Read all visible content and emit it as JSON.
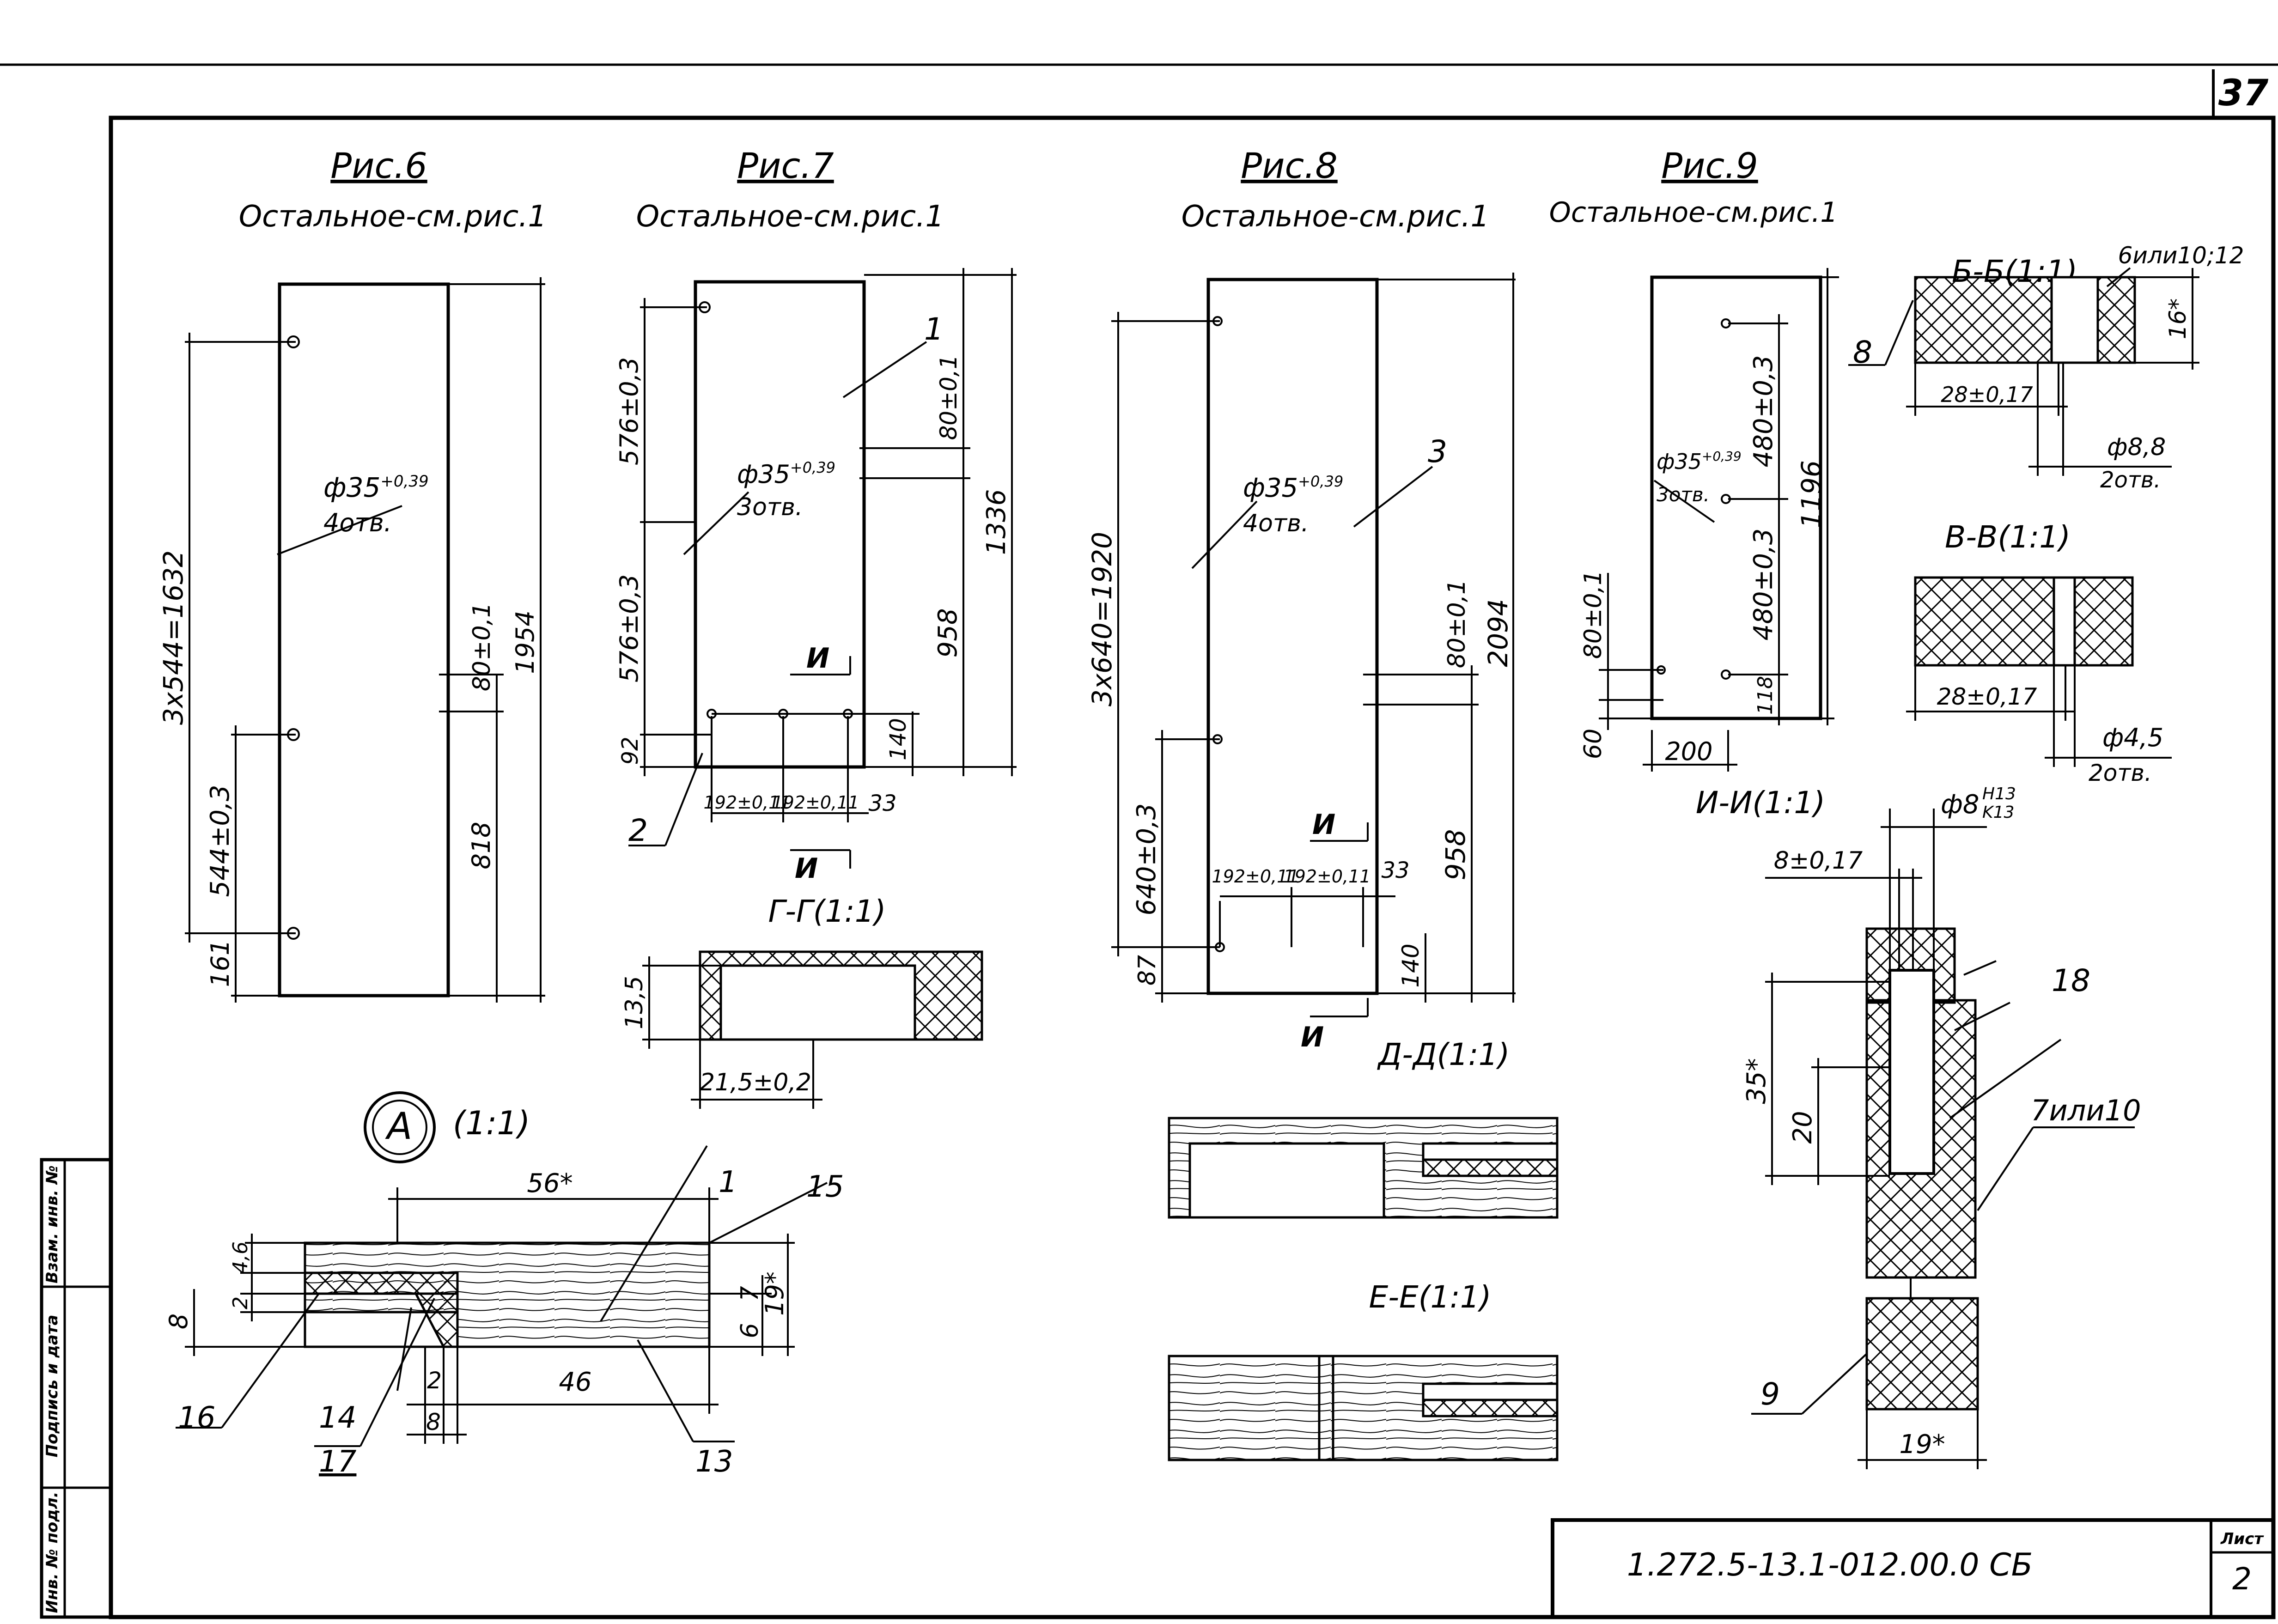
{
  "sheet_number": "37",
  "side_stamp": [
    "Взам. инв. №",
    "Подпись и дата",
    "Инв. № подл."
  ],
  "title_block": {
    "designation": "1.272.5-13.1-012.00.0 СБ",
    "sheet_label": "Лист",
    "sheet_value": "2"
  },
  "fig6": {
    "title": "Рис.6",
    "note": "Остальное-см.рис.1",
    "hole_dia": "ф35",
    "hole_tol": "+0,39",
    "hole_count": "4отв.",
    "dim_span": "3x544=1632",
    "dim_pitch": "544±0,3",
    "dim_bottom": "161",
    "dim_offset": "80±0,1",
    "dim_total": "1954",
    "dim_lower": "818"
  },
  "fig7": {
    "title": "Рис.7",
    "note": "Остальное-см.рис.1",
    "pos_1": "1",
    "pos_2": "2",
    "dim_upper": "576±0,3",
    "dim_mid": "576±0,3",
    "dim_bottom": "92",
    "hole_dia": "ф35",
    "hole_tol": "+0,39",
    "hole_count": "3отв.",
    "dim_offset": "80±0,1",
    "dim_total": "1336",
    "dim_lower": "958",
    "dim_140": "140",
    "dim_192a": "192±0,11",
    "dim_192b": "192±0,11",
    "dim_33": "33",
    "cut_label": "И"
  },
  "fig8": {
    "title": "Рис.8",
    "note": "Остальное-см.рис.1",
    "pos_3": "3",
    "dim_span": "3x640=1920",
    "dim_pitch": "640±0,3",
    "dim_bottom": "87",
    "hole_dia": "ф35",
    "hole_tol": "+0,39",
    "hole_count": "4отв.",
    "dim_offset": "80±0,1",
    "dim_total": "2094",
    "dim_lower": "958",
    "dim_140": "140",
    "dim_192a": "192±0,11",
    "dim_192b": "192±0,11",
    "dim_33": "33",
    "cut_label": "И"
  },
  "fig9": {
    "title": "Рис.9",
    "note": "Остальное-см.рис.1",
    "hole_dia": "ф35",
    "hole_tol": "+0,39",
    "hole_count": "3отв.",
    "dim_upper": "480±0,3",
    "dim_mid": "480±0,3",
    "dim_total": "1196",
    "dim_118": "118",
    "dim_offset": "80±0,1",
    "dim_60": "60",
    "dim_200": "200"
  },
  "sections": {
    "bb": {
      "title": "Б-Б(1:1)",
      "note": "6или10;12",
      "pos": "8",
      "dim_16": "16*",
      "dim_28": "28±0,17",
      "hole": "ф8,8",
      "holes": "2отв."
    },
    "vv": {
      "title": "В-В(1:1)",
      "dim_28": "28±0,17",
      "hole": "ф4,5",
      "holes": "2отв."
    },
    "gg": {
      "title": "Г-Г(1:1)",
      "dim_135": "13,5",
      "dim_215": "21,5±0,2"
    },
    "dd": {
      "title": "Д-Д(1:1)"
    },
    "ee": {
      "title": "Е-Е(1:1)"
    },
    "ii": {
      "title": "И-И(1:1)",
      "hole": "ф8",
      "fit_top": "H13",
      "fit_bottom": "K13",
      "dim_8": "8±0,17",
      "dim_35": "35*",
      "dim_20": "20",
      "pos_18": "18",
      "pos_7": "7или10",
      "pos_9": "9",
      "dim_19": "19*"
    }
  },
  "detail_a": {
    "label": "А",
    "scale": "(1:1)",
    "dim_56": "56*",
    "pos_1": "1",
    "pos_15": "15",
    "pos_16": "16",
    "pos_14": "14",
    "pos_17": "17",
    "pos_13": "13",
    "dim_46v": "4,6",
    "dim_2": "2",
    "dim_8": "8",
    "dim_7": "7",
    "dim_6": "6",
    "dim_19": "19*",
    "dim_2b": "2",
    "dim_8b": "8",
    "dim_46": "46"
  }
}
